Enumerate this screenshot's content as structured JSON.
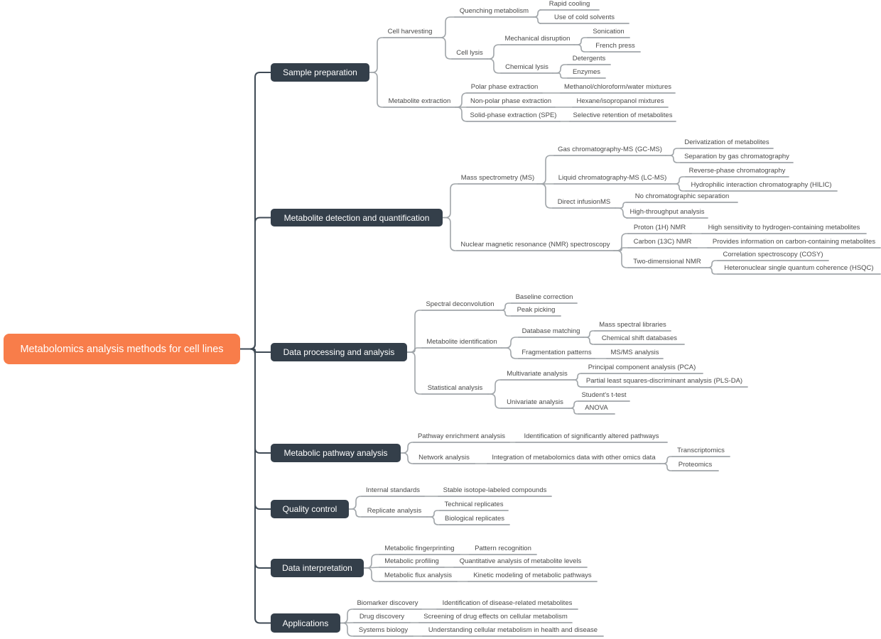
{
  "colors": {
    "background": "#ffffff",
    "root_bg": "#f87d4a",
    "branch_bg": "#343f4a",
    "node_text": "#ffffff",
    "label_text": "#4a4a4a",
    "link_gray": "#a0a5a9",
    "link_dark": "#3f4a55"
  },
  "mindmap": {
    "root": {
      "label": "Metabolomics analysis methods for cell lines"
    },
    "branches": [
      {
        "label": "Sample preparation",
        "children": [
          {
            "label": "Cell harvesting",
            "children": [
              {
                "label": "Quenching metabolism",
                "children": [
                  {
                    "label": "Rapid cooling"
                  },
                  {
                    "label": "Use of cold solvents"
                  }
                ]
              },
              {
                "label": "Cell lysis",
                "children": [
                  {
                    "label": "Mechanical disruption",
                    "children": [
                      {
                        "label": "Sonication"
                      },
                      {
                        "label": "French press"
                      }
                    ]
                  },
                  {
                    "label": "Chemical lysis",
                    "children": [
                      {
                        "label": "Detergents"
                      },
                      {
                        "label": "Enzymes"
                      }
                    ]
                  }
                ]
              }
            ]
          },
          {
            "label": "Metabolite extraction",
            "children": [
              {
                "label": "Polar phase extraction",
                "children": [
                  {
                    "label": "Methanol/chloroform/water mixtures"
                  }
                ]
              },
              {
                "label": "Non-polar phase extraction",
                "children": [
                  {
                    "label": "Hexane/isopropanol mixtures"
                  }
                ]
              },
              {
                "label": "Solid-phase extraction (SPE)",
                "children": [
                  {
                    "label": "Selective retention of metabolites"
                  }
                ]
              }
            ]
          }
        ]
      },
      {
        "label": "Metabolite detection and quantification",
        "children": [
          {
            "label": "Mass spectrometry (MS)",
            "children": [
              {
                "label": "Gas chromatography-MS (GC-MS)",
                "children": [
                  {
                    "label": "Derivatization of metabolites"
                  },
                  {
                    "label": "Separation by gas chromatography"
                  }
                ]
              },
              {
                "label": "Liquid chromatography-MS (LC-MS)",
                "children": [
                  {
                    "label": "Reverse-phase chromatography"
                  },
                  {
                    "label": "Hydrophilic interaction chromatography (HILIC)"
                  }
                ]
              },
              {
                "label": "Direct infusionMS",
                "children": [
                  {
                    "label": "No chromatographic separation"
                  },
                  {
                    "label": "High-throughput analysis"
                  }
                ]
              }
            ]
          },
          {
            "label": "Nuclear magnetic resonance (NMR) spectroscopy",
            "children": [
              {
                "label": "Proton (1H) NMR",
                "children": [
                  {
                    "label": "High sensitivity to hydrogen-containing metabolites"
                  }
                ]
              },
              {
                "label": "Carbon (13C) NMR",
                "children": [
                  {
                    "label": "Provides information on carbon-containing metabolites"
                  }
                ]
              },
              {
                "label": "Two-dimensional NMR",
                "children": [
                  {
                    "label": "Correlation spectroscopy (COSY)"
                  },
                  {
                    "label": "Heteronuclear single quantum coherence (HSQC)"
                  }
                ]
              }
            ]
          }
        ]
      },
      {
        "label": "Data processing and analysis",
        "children": [
          {
            "label": "Spectral deconvolution",
            "children": [
              {
                "label": "Baseline correction"
              },
              {
                "label": "Peak picking"
              }
            ]
          },
          {
            "label": "Metabolite identification",
            "children": [
              {
                "label": "Database matching",
                "children": [
                  {
                    "label": "Mass spectral libraries"
                  },
                  {
                    "label": "Chemical shift databases"
                  }
                ]
              },
              {
                "label": "Fragmentation patterns",
                "children": [
                  {
                    "label": "MS/MS analysis"
                  }
                ]
              }
            ]
          },
          {
            "label": "Statistical analysis",
            "children": [
              {
                "label": "Multivariate analysis",
                "children": [
                  {
                    "label": "Principal component analysis (PCA)"
                  },
                  {
                    "label": "Partial least squares-discriminant analysis (PLS-DA)"
                  }
                ]
              },
              {
                "label": "Univariate analysis",
                "children": [
                  {
                    "label": "Student's t-test"
                  },
                  {
                    "label": "ANOVA"
                  }
                ]
              }
            ]
          }
        ]
      },
      {
        "label": "Metabolic pathway analysis",
        "children": [
          {
            "label": "Pathway enrichment analysis",
            "children": [
              {
                "label": "Identification of significantly altered pathways"
              }
            ]
          },
          {
            "label": "Network analysis",
            "children": [
              {
                "label": "Integration of metabolomics data with other omics data",
                "children": [
                  {
                    "label": "Transcriptomics"
                  },
                  {
                    "label": "Proteomics"
                  }
                ]
              }
            ]
          }
        ]
      },
      {
        "label": "Quality control",
        "children": [
          {
            "label": "Internal standards",
            "children": [
              {
                "label": "Stable isotope-labeled compounds"
              }
            ]
          },
          {
            "label": "Replicate analysis",
            "children": [
              {
                "label": "Technical replicates"
              },
              {
                "label": "Biological replicates"
              }
            ]
          }
        ]
      },
      {
        "label": "Data interpretation",
        "children": [
          {
            "label": "Metabolic fingerprinting",
            "children": [
              {
                "label": "Pattern recognition"
              }
            ]
          },
          {
            "label": "Metabolic profiling",
            "children": [
              {
                "label": "Quantitative analysis of metabolite levels"
              }
            ]
          },
          {
            "label": "Metabolic flux analysis",
            "children": [
              {
                "label": "Kinetic modeling of metabolic pathways"
              }
            ]
          }
        ]
      },
      {
        "label": "Applications",
        "children": [
          {
            "label": "Biomarker discovery",
            "children": [
              {
                "label": "Identification of disease-related metabolites"
              }
            ]
          },
          {
            "label": "Drug discovery",
            "children": [
              {
                "label": "Screening of drug effects on cellular metabolism"
              }
            ]
          },
          {
            "label": "Systems biology",
            "children": [
              {
                "label": "Understanding cellular metabolism in health and disease"
              }
            ]
          }
        ]
      }
    ]
  }
}
